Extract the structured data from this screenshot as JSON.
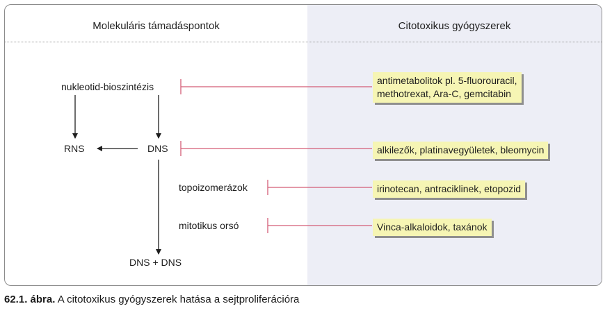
{
  "headers": {
    "left": "Molekuláris támadáspontok",
    "right": "Citotoxikus gyógyszerek"
  },
  "nodes": {
    "nucleotide": "nukleotid-bioszintézis",
    "rns": "RNS",
    "dns": "DNS",
    "topo": "topoizomerázok",
    "spindle": "mitotikus orsó",
    "dns_dns": "DNS + DNS"
  },
  "drugs": {
    "antimetabolites_line1": "antimetabolitok pl. 5-fluorouracil,",
    "antimetabolites_line2": "methotrexat, Ara-C, gemcitabin",
    "alkylating": "alkilezők, platinavegyületek, bleomycin",
    "topo_inhibitors": "irinotecan, antraciklinek, etopozid",
    "vinca": "Vinca-alkaloidok, taxánok"
  },
  "caption": {
    "label": "62.1. ábra.",
    "text": " A citotoxikus gyógyszerek hatása a sejtproliferációra"
  },
  "colors": {
    "inhibition_line": "#d45c76",
    "drug_box": "#f6f5b4",
    "right_panel": "#edeef6"
  }
}
